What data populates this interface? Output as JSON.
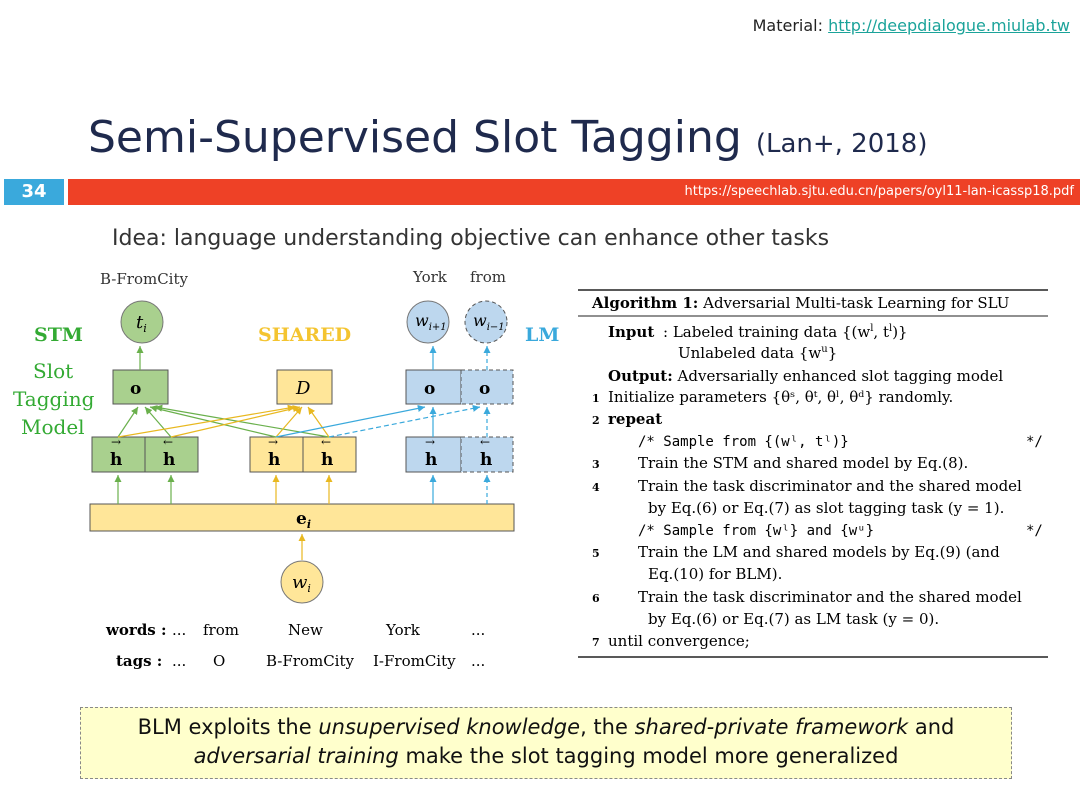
{
  "header": {
    "material_label": "Material:",
    "material_link": "http://deepdialogue.miulab.tw"
  },
  "title": {
    "main": "Semi-Supervised Slot Tagging",
    "citation": "(Lan+, 2018)"
  },
  "slide": {
    "number": "34",
    "url": "https://speechlab.sjtu.edu.cn/papers/oyl11-lan-icassp18.pdf"
  },
  "idea": "Idea: language understanding objective can enhance other tasks",
  "diagram": {
    "stm_label": "STM",
    "shared_label": "SHARED",
    "lm_label": "LM",
    "slot_label": [
      "Slot",
      "Tagging",
      "Model"
    ],
    "top_labels": {
      "bfromcity": "B-FromCity",
      "york": "York",
      "from": "from"
    },
    "nodes": {
      "t": "t",
      "t_sub": "i",
      "D": "D",
      "e": "e",
      "e_sub": "i",
      "w": "w",
      "w_sub": "i",
      "w_next": "w",
      "w_next_sub": "i+1",
      "w_prev": "w",
      "w_prev_sub": "i−1",
      "o": "o",
      "h": "h",
      "arrow_r": "→",
      "arrow_l": "←",
      "sub_i": "i",
      "sup_t": "t",
      "sup_s": "s",
      "sup_l": "l"
    },
    "words_label": "words :",
    "words": [
      "...",
      "from",
      "New",
      "York",
      "..."
    ],
    "tags_label": "tags :",
    "tags": [
      "...",
      "O",
      "B-FromCity",
      "I-FromCity",
      "..."
    ]
  },
  "algorithm": {
    "title_bold": "Algorithm 1:",
    "title_rest": " Adversarial Multi-task Learning for SLU",
    "input_label": "Input",
    "input_line1": ": Labeled training data {(w",
    "input_line1_sup": "l",
    "input_line1_mid": ", t",
    "input_line1_sup2": "l",
    "input_line1_end": ")}",
    "input_line2": "Unlabeled data {w",
    "input_line2_sup": "u",
    "input_line2_end": "}",
    "output_label": "Output:",
    "output_text": " Adversarially enhanced slot tagging model",
    "lines": [
      {
        "num": "1",
        "text": "Initialize parameters {θˢ, θᵗ, θˡ, θᵈ} randomly."
      },
      {
        "num": "2",
        "text": "repeat"
      },
      {
        "num": "",
        "text": "/* Sample from {(wˡ, tˡ)}"
      },
      {
        "num": "3",
        "text": "Train the STM and shared model by Eq.(8)."
      },
      {
        "num": "4",
        "text": "Train the task discriminator and the shared model"
      },
      {
        "num": "",
        "text": "by Eq.(6) or Eq.(7) as slot tagging task (y = 1)."
      },
      {
        "num": "",
        "text": "/* Sample from {wˡ} and {wᵘ}"
      },
      {
        "num": "5",
        "text": "Train the LM and shared models by Eq.(9) (and"
      },
      {
        "num": "",
        "text": "Eq.(10) for BLM)."
      },
      {
        "num": "6",
        "text": "Train the task discriminator and the shared model"
      },
      {
        "num": "",
        "text": "by Eq.(6) or Eq.(7) as LM task (y = 0)."
      },
      {
        "num": "7",
        "text": "until convergence;"
      }
    ],
    "comment_end": "*/"
  },
  "summary": {
    "p1": "BLM exploits the ",
    "p2": "unsupervised knowledge",
    "p3": ", the ",
    "p4": "shared-private framework",
    "p5": " and",
    "p6": "adversarial training",
    "p7": " make the slot tagging model more generalized"
  },
  "colors": {
    "blue_num": "#3aa9dc",
    "red_bar": "#ee4126",
    "title": "#1f2a4d",
    "green": "#33aa33",
    "gold": "#f4c430",
    "lm_blue": "#3aa9dc"
  }
}
